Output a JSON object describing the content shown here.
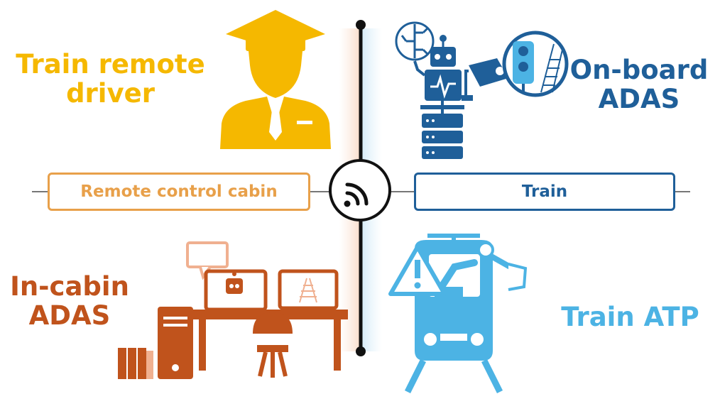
{
  "labels": {
    "train_remote_driver": "Train remote\ndriver",
    "on_board_adas": "On-board\nADAS",
    "in_cabin_adas": "In-cabin\nADAS",
    "train_atp": "Train ATP"
  },
  "boxes": {
    "remote_control_cabin": "Remote control cabin",
    "train": "Train"
  },
  "colors": {
    "driver_yellow": "#f5b800",
    "cabin_orange": "#e8a04a",
    "incabin_rust": "#c0531c",
    "onboard_navy": "#1f5f99",
    "atp_lightblue": "#4cb3e4"
  },
  "icons": [
    "driver-icon",
    "robot-icon",
    "brain-circuit-icon",
    "camera-icon",
    "traffic-signal-icon",
    "server-icon",
    "wifi-icon",
    "computer-desk-icon",
    "train-robot-icon",
    "warning-icon"
  ]
}
